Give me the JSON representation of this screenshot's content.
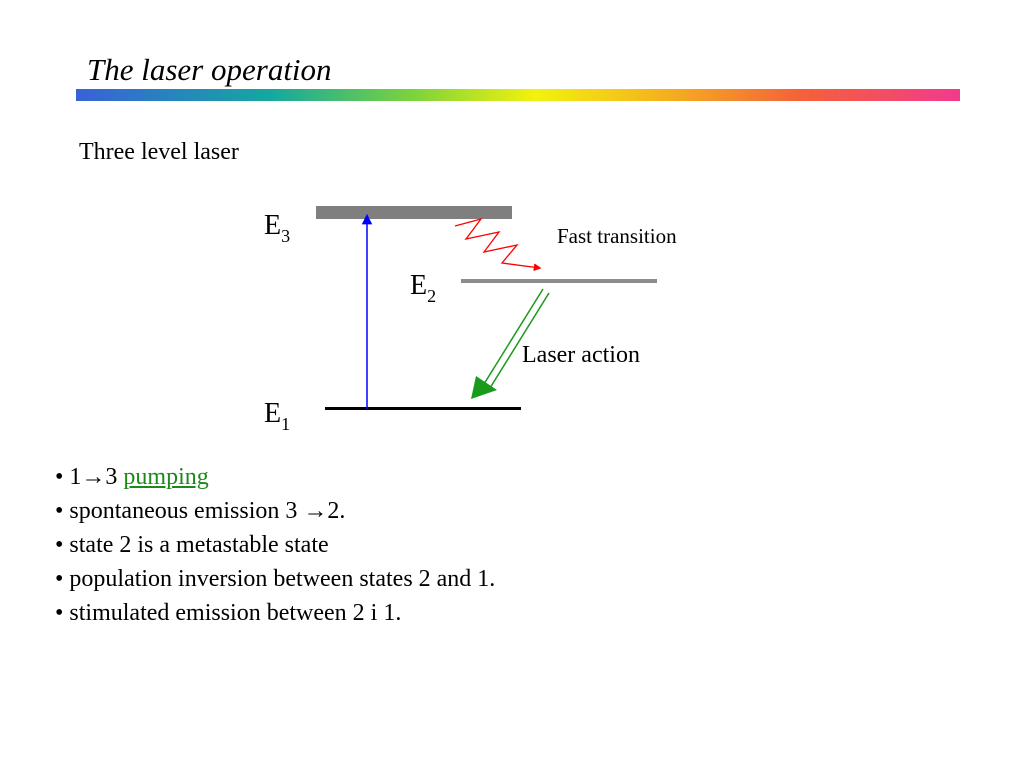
{
  "slide": {
    "title": "The laser operation",
    "subtitle": "Three level laser"
  },
  "diagram": {
    "levels": [
      {
        "symbol": "E",
        "subscript": "3",
        "color": "#7f7f7f"
      },
      {
        "symbol": "E",
        "subscript": "2",
        "color": "#8c8c8c"
      },
      {
        "symbol": "E",
        "subscript": "1",
        "color": "#000000"
      }
    ],
    "labels": {
      "fast_transition": "Fast transition",
      "laser_action": "Laser action"
    },
    "colors": {
      "pump_arrow": "#0000ff",
      "fast_transition_arrow": "#ff0000",
      "laser_arrow": "#1a9a1a"
    }
  },
  "bullets": {
    "b1": {
      "prefix": "• 1→3 ",
      "link": "pumping"
    },
    "b2": "• spontaneous emission 3 →2.",
    "b3": "• state 2 is a metastable state",
    "b4": "• population inversion between states 2 and 1.",
    "b5": "• stimulated emission between 2 i 1."
  }
}
